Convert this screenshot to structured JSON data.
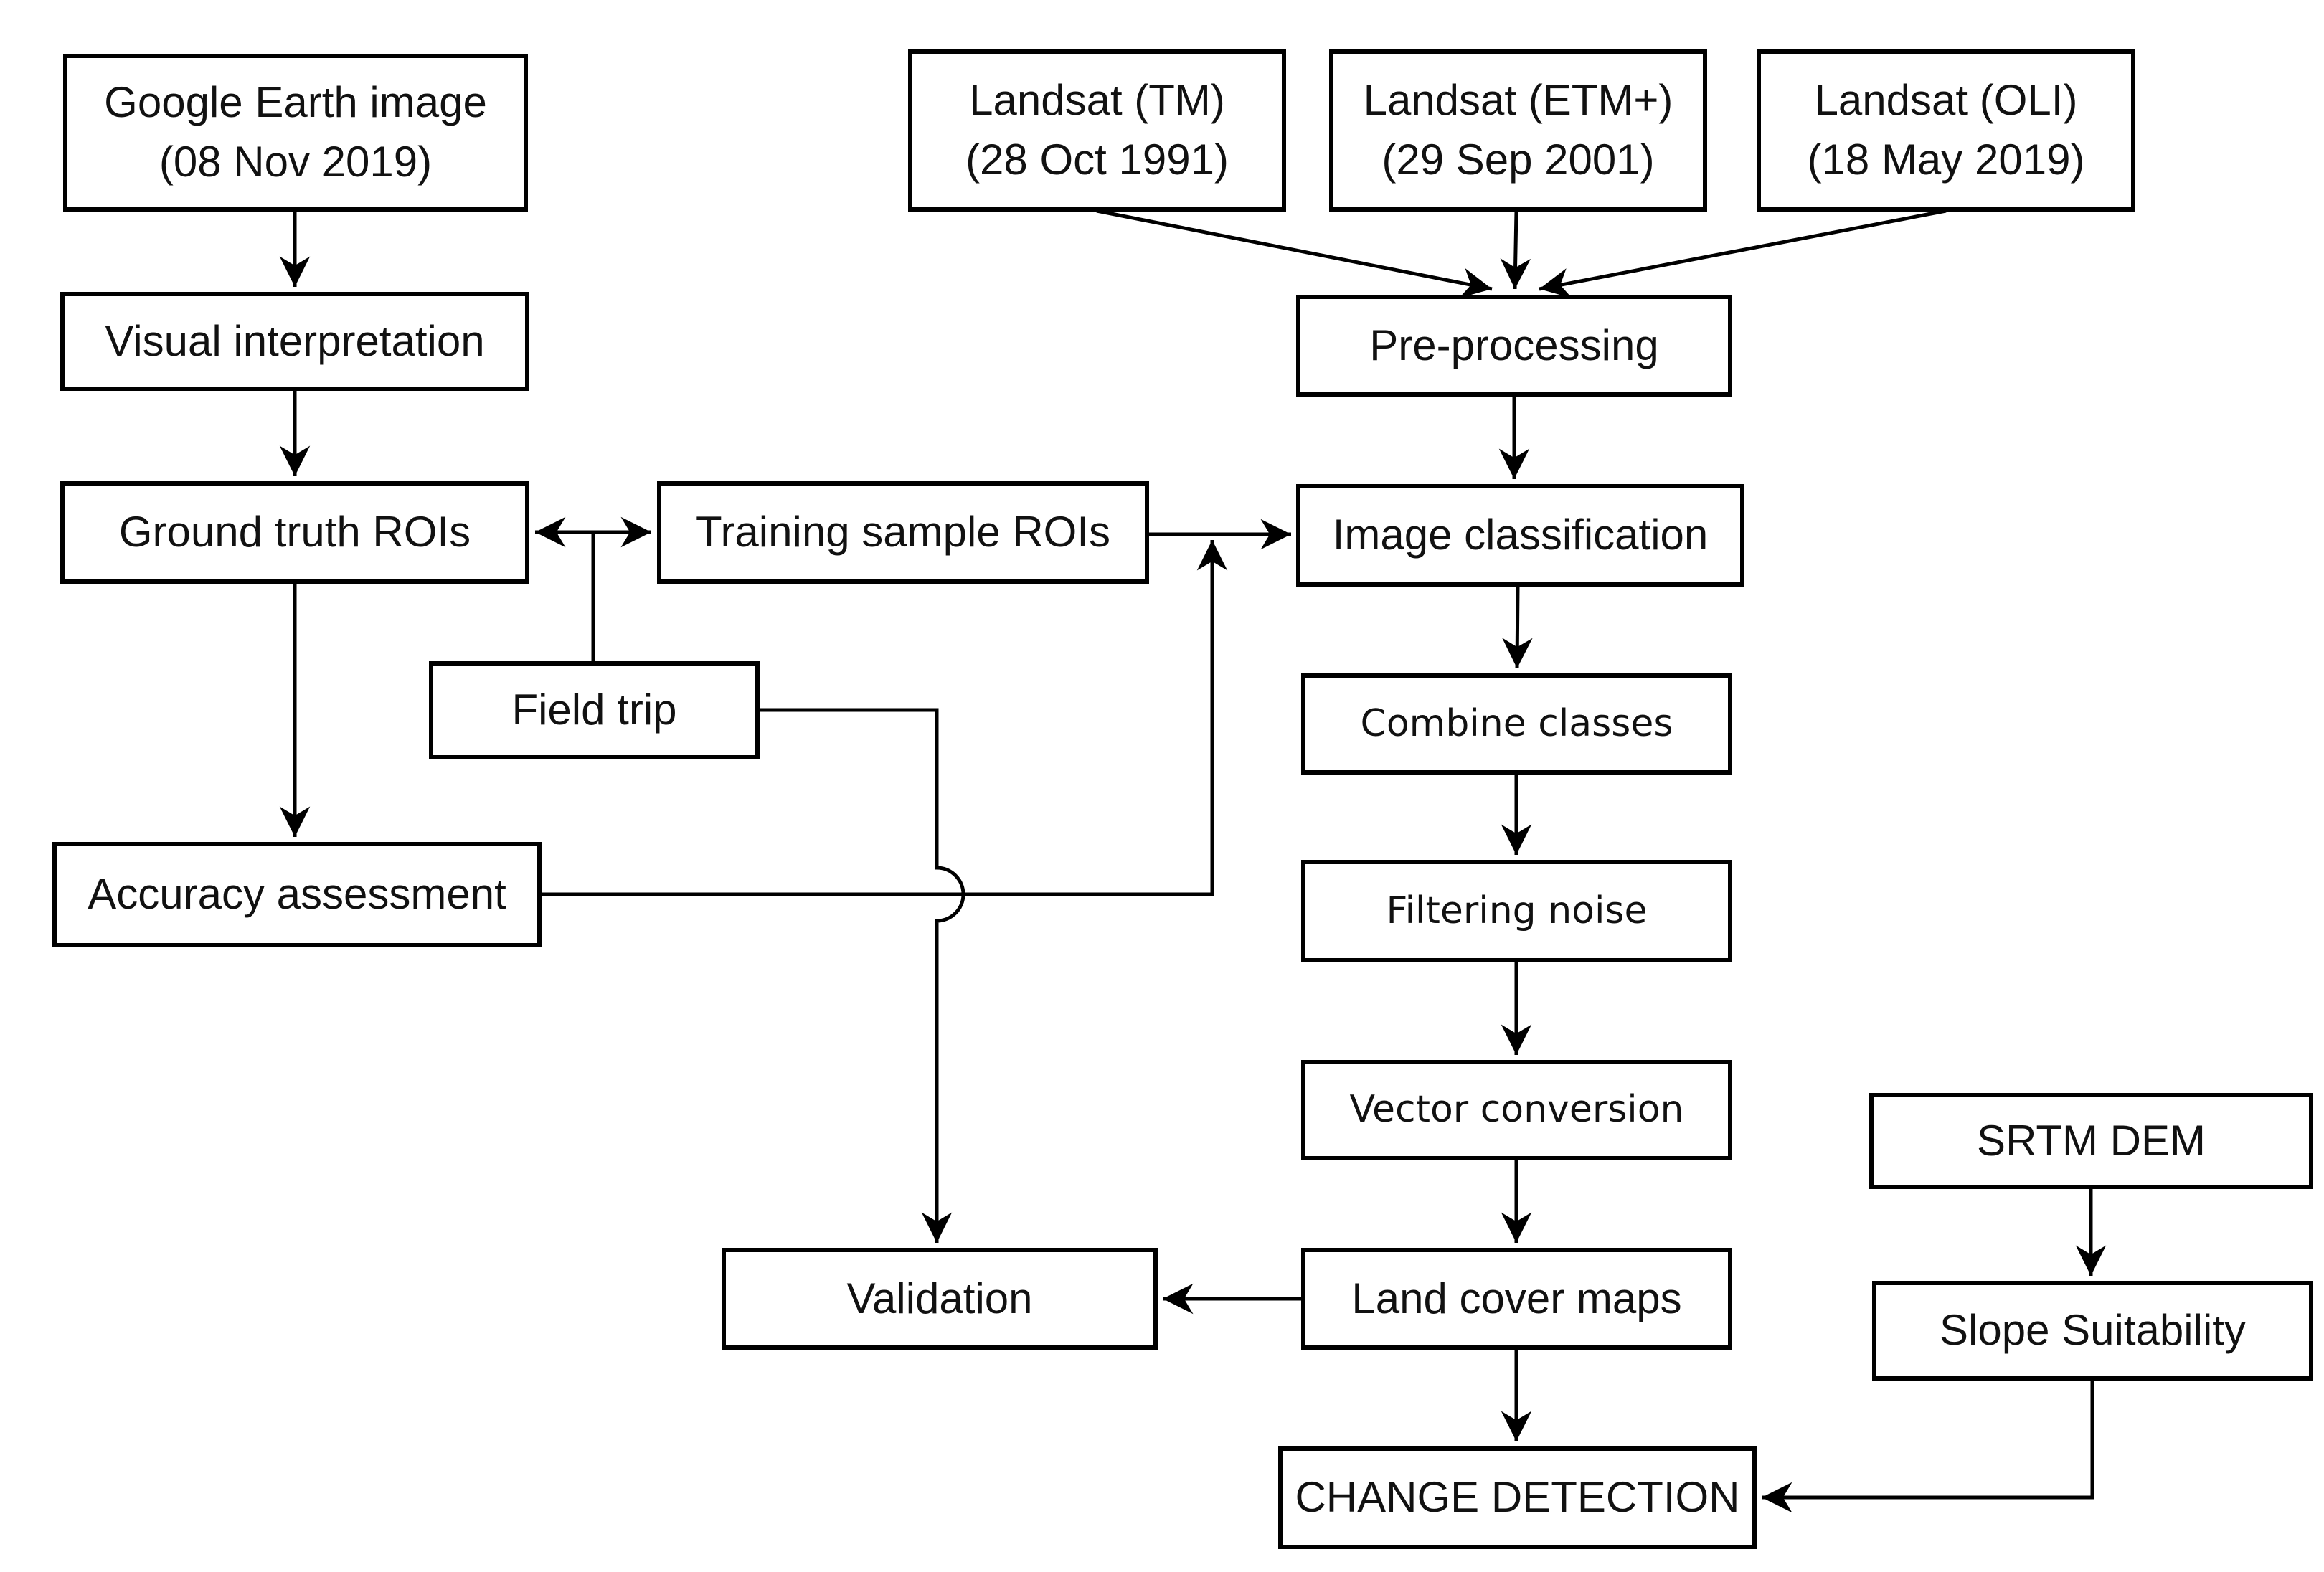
{
  "diagram": {
    "title": "Land cover change detection methodology flowchart",
    "colors": {
      "background": "#ffffff",
      "line": "#000000",
      "text": "#111111",
      "box_fill": "#ffffff"
    },
    "nodes": {
      "google_earth": {
        "line1": "Google Earth image",
        "line2": "(08 Nov 2019)"
      },
      "visual_interpretation": {
        "label": "Visual interpretation"
      },
      "ground_truth_rois": {
        "label": "Ground truth ROIs"
      },
      "training_sample_rois": {
        "label": "Training sample ROIs"
      },
      "field_trip": {
        "label": "Field trip"
      },
      "accuracy_assessment": {
        "label": "Accuracy assessment"
      },
      "landsat_tm": {
        "line1": "Landsat (TM)",
        "line2": "(28 Oct 1991)"
      },
      "landsat_etm": {
        "line1": "Landsat (ETM+)",
        "line2": "(29 Sep 2001)"
      },
      "landsat_oli": {
        "line1": "Landsat (OLI)",
        "line2": "(18 May 2019)"
      },
      "pre_processing": {
        "label": "Pre-processing"
      },
      "image_classification": {
        "label": "Image classification"
      },
      "combine_classes": {
        "label": "Combine classes"
      },
      "filtering_noise": {
        "label": "Filtering noise"
      },
      "vector_conversion": {
        "label": "Vector conversion"
      },
      "land_cover_maps": {
        "label": "Land cover maps"
      },
      "validation": {
        "label": "Validation"
      },
      "change_detection": {
        "label": "CHANGE DETECTION"
      },
      "srtm_dem": {
        "label": "SRTM DEM"
      },
      "slope_suitability": {
        "label": "Slope Suitability"
      }
    },
    "edges": [
      {
        "from": "Google Earth image",
        "to": "Visual interpretation",
        "style": "arrow"
      },
      {
        "from": "Visual interpretation",
        "to": "Ground truth ROIs",
        "style": "arrow"
      },
      {
        "from": "Ground truth ROIs",
        "to": "Accuracy assessment",
        "style": "arrow"
      },
      {
        "from": "Ground truth ROIs",
        "to": "Training sample ROIs",
        "style": "double-arrow"
      },
      {
        "from": "Ground truth / Training link midpoint",
        "to": "Field trip",
        "style": "plain-line"
      },
      {
        "from": "Training sample ROIs",
        "to": "Image classification",
        "style": "arrow"
      },
      {
        "from": "Accuracy assessment",
        "to": "Training sample ROIs - Image classification arrow",
        "style": "arrow-up-junction"
      },
      {
        "from": "Field trip",
        "to": "Validation",
        "style": "arrow",
        "note": "hops over the Accuracy assessment connector with a semicircular jump"
      },
      {
        "from": "Landsat (TM)",
        "to": "Pre-processing",
        "style": "arrow"
      },
      {
        "from": "Landsat (ETM+)",
        "to": "Pre-processing",
        "style": "arrow"
      },
      {
        "from": "Landsat (OLI)",
        "to": "Pre-processing",
        "style": "arrow"
      },
      {
        "from": "Pre-processing",
        "to": "Image classification",
        "style": "arrow"
      },
      {
        "from": "Image classification",
        "to": "Combine classes",
        "style": "arrow"
      },
      {
        "from": "Combine classes",
        "to": "Filtering noise",
        "style": "arrow"
      },
      {
        "from": "Filtering noise",
        "to": "Vector conversion",
        "style": "arrow"
      },
      {
        "from": "Vector conversion",
        "to": "Land cover maps",
        "style": "arrow"
      },
      {
        "from": "Land cover maps",
        "to": "Validation",
        "style": "arrow"
      },
      {
        "from": "Land cover maps",
        "to": "CHANGE DETECTION",
        "style": "arrow"
      },
      {
        "from": "SRTM DEM",
        "to": "Slope Suitability",
        "style": "arrow"
      },
      {
        "from": "Slope Suitability",
        "to": "CHANGE DETECTION",
        "style": "arrow"
      }
    ]
  }
}
